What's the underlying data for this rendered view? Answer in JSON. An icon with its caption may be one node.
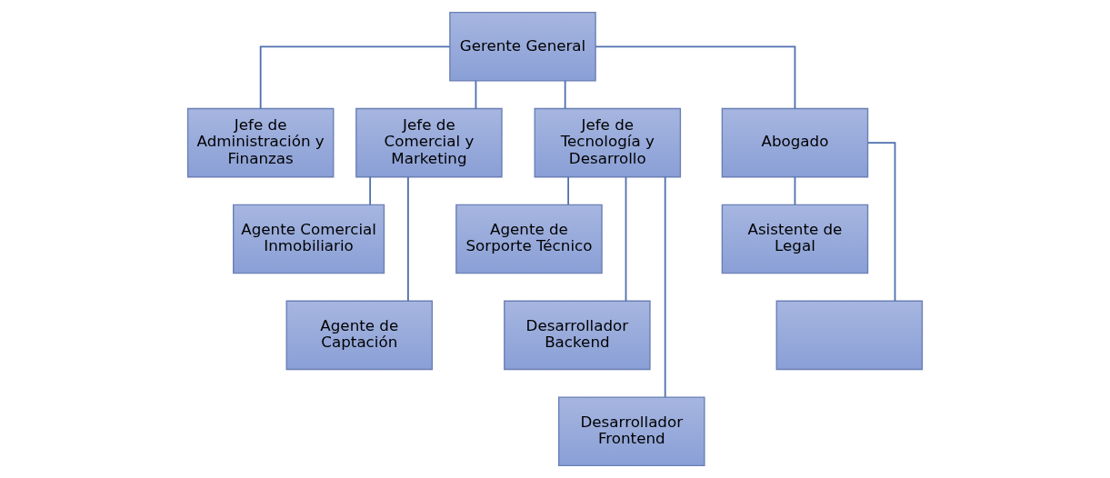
{
  "diagram": {
    "nodes": [
      {
        "text": [
          "Gerente General"
        ]
      },
      {
        "text": [
          "Jefe de Administración y Finanzas"
        ]
      },
      {
        "text": [
          "Jefe de Comercial y Marketing"
        ]
      },
      {
        "text": [
          "Jefe de Tecnología y Desarrollo"
        ]
      },
      {
        "text": [
          "Abogado"
        ]
      },
      {
        "text": [
          "Agente Comercial Inmobiliario"
        ]
      },
      {
        "text": [
          "Agente de Captación"
        ]
      },
      {
        "text": [
          "Agente de Sorporte Técnico"
        ]
      },
      {
        "text": [
          "Desarrollador Backend"
        ]
      },
      {
        "text": [
          "Desarrollador Frontend"
        ]
      },
      {
        "text": [
          "Asistente de Legal"
        ]
      },
      {
        "text": [],
        "shape": "box"
      }
    ],
    "edges": [
      {
        "from": 0,
        "to": 1,
        "arrow": "none"
      },
      {
        "from": 0,
        "to": 2,
        "arrow": "none"
      },
      {
        "from": 0,
        "to": 3,
        "arrow": "none"
      },
      {
        "from": 0,
        "to": 4,
        "arrow": "none"
      },
      {
        "from": 2,
        "to": 5,
        "arrow": "none"
      },
      {
        "from": 2,
        "to": 6,
        "arrow": "none"
      },
      {
        "from": 3,
        "to": 7,
        "arrow": "none"
      },
      {
        "from": 3,
        "to": 8,
        "arrow": "none"
      },
      {
        "from": 3,
        "to": 9,
        "arrow": "none"
      },
      {
        "from": 4,
        "to": 10,
        "arrow": "none"
      },
      {
        "from": 4,
        "to": 11,
        "arrow": "none"
      }
    ]
  }
}
